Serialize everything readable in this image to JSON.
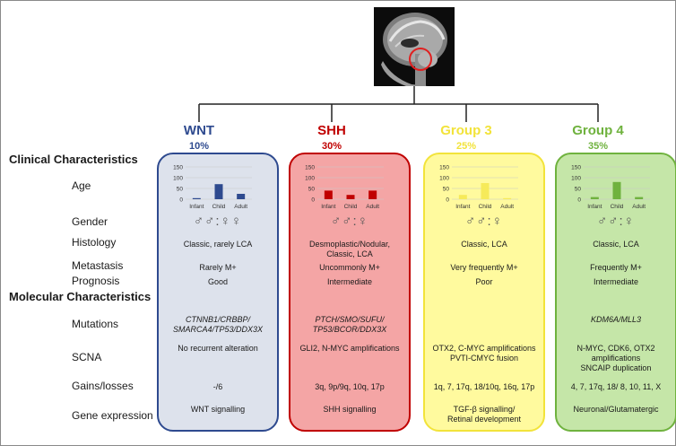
{
  "section_headings": {
    "clinical": "Clinical Characteristics",
    "molecular": "Molecular Characteristics"
  },
  "row_labels": {
    "age": "Age",
    "gender": "Gender",
    "histology": "Histology",
    "metastasis": "Metastasis",
    "prognosis": "Prognosis",
    "mutations": "Mutations",
    "scna": "SCNA",
    "gains": "Gains/losses",
    "expression": "Gene expression"
  },
  "age_categories": [
    "Infant",
    "Child",
    "Adult"
  ],
  "age_axis": {
    "ticks": [
      "0",
      "50",
      "100",
      "150"
    ],
    "ylim": [
      0,
      150
    ]
  },
  "gender_symbols": "♂♂:♀♀",
  "gender_symbols_short": "♂♂:♀",
  "groups": [
    {
      "key": "wnt",
      "title": "WNT",
      "percent": "10%",
      "color": "#2e4a8f",
      "panel_fill": "#dde2ec",
      "panel_border": "#2e4a8f",
      "bar_color": "#2e4a8f",
      "age_values": [
        5,
        70,
        25
      ],
      "gender": "♂♂:♀♀",
      "histology": [
        "Classic, rarely LCA"
      ],
      "metastasis": "Rarely M+",
      "prognosis": "Good",
      "mutations": [
        "CTNNB1/CRBBP/",
        "SMARCA4/TP53/DDX3X"
      ],
      "mutations_italic": true,
      "scna": [
        "No recurrent alteration"
      ],
      "gains": "-/6",
      "expression": [
        "WNT signalling"
      ]
    },
    {
      "key": "shh",
      "title": "SHH",
      "percent": "30%",
      "color": "#c00000",
      "panel_fill": "#f4a5a5",
      "panel_border": "#c00000",
      "bar_color": "#c00000",
      "age_values": [
        40,
        20,
        40
      ],
      "gender": "♂♂:♀",
      "histology": [
        "Desmoplastic/Nodular,",
        "Classic, LCA"
      ],
      "metastasis": "Uncommonly  M+",
      "prognosis": "Intermediate",
      "mutations": [
        "PTCH/SMO/SUFU/",
        "TP53/BCOR/DDX3X"
      ],
      "mutations_italic": true,
      "scna": [
        "GLI2, N-MYC amplifications"
      ],
      "gains": "3q, 9p/9q, 10q, 17p",
      "expression": [
        "SHH signalling"
      ]
    },
    {
      "key": "group3",
      "title": "Group 3",
      "percent": "25%",
      "color": "#f2e33a",
      "panel_fill": "#fffa9e",
      "panel_border": "#f2e33a",
      "bar_color": "#f6ea5a",
      "age_values": [
        20,
        75,
        5
      ],
      "gender": "♂♂:♀",
      "histology": [
        "Classic, LCA"
      ],
      "metastasis": "Very frequently  M+",
      "prognosis": "Poor",
      "mutations": [],
      "mutations_italic": false,
      "scna": [
        "OTX2, C-MYC amplifications",
        "PVTI-CMYC fusion"
      ],
      "gains": "1q, 7, 17q, 18/10q, 16q, 17p",
      "expression": [
        "TGF-β signalling/",
        "Retinal development"
      ]
    },
    {
      "key": "group4",
      "title": "Group 4",
      "percent": "35%",
      "color": "#6fb23e",
      "panel_fill": "#c5e6a8",
      "panel_border": "#6fb23e",
      "bar_color": "#6fb23e",
      "age_values": [
        10,
        80,
        10
      ],
      "gender": "♂♂:♀",
      "histology": [
        "Classic, LCA"
      ],
      "metastasis": "Frequently  M+",
      "prognosis": "Intermediate",
      "mutations": [
        "KDM6A/MLL3"
      ],
      "mutations_italic": true,
      "scna": [
        "N-MYC, CDK6, OTX2",
        "amplifications",
        "SNCAIP duplication"
      ],
      "gains": "4, 7, 17q, 18/ 8, 10, 11, X",
      "expression": [
        "Neuronal/Glutamatergic"
      ]
    }
  ]
}
